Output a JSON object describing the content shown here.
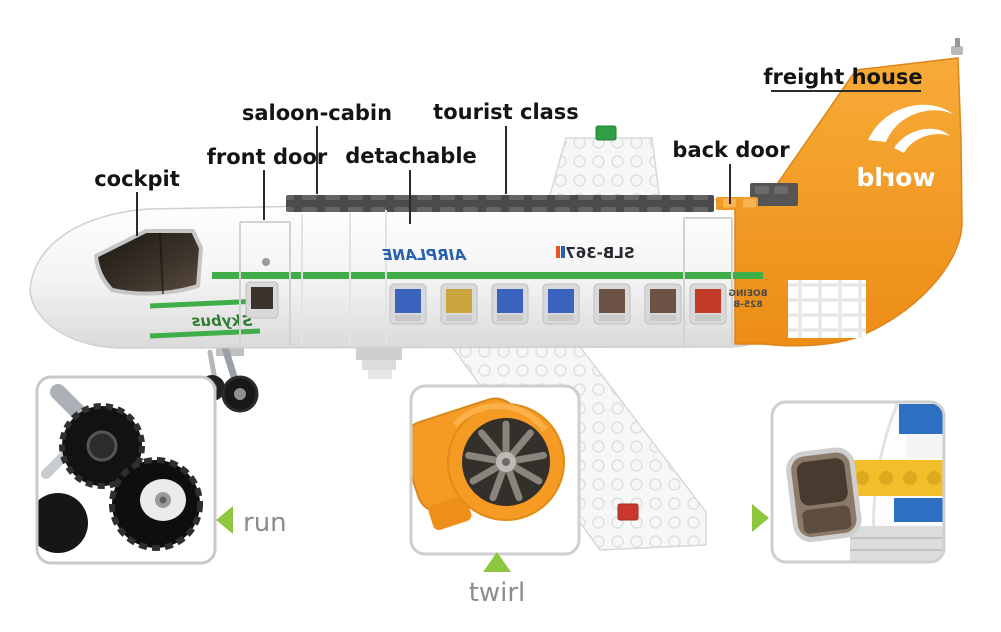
{
  "callouts": {
    "cockpit": "cockpit",
    "front_door": "front door",
    "saloon_cabin": "saloon-cabin",
    "detachable": "detachable",
    "tourist_class": "tourist class",
    "back_door": "back door",
    "freight_house": "freight house"
  },
  "insets": {
    "run_label": "run",
    "twirl_label": "twirl"
  },
  "plane_markings": {
    "brand_side": "AIRPLANE",
    "model_code": "SLB-367",
    "nose_brand": "Skybus",
    "rear_make": "BOEING",
    "rear_model": "825-B",
    "tail_text": "world"
  },
  "colors": {
    "fuselage_orange": "#F19A2A",
    "stripe_green": "#3FAE49",
    "arrow_green": "#8DC63F",
    "brand_blue": "#2B5FB0",
    "callout_text": "#141414",
    "inset_label_gray": "#8C8C8C"
  }
}
